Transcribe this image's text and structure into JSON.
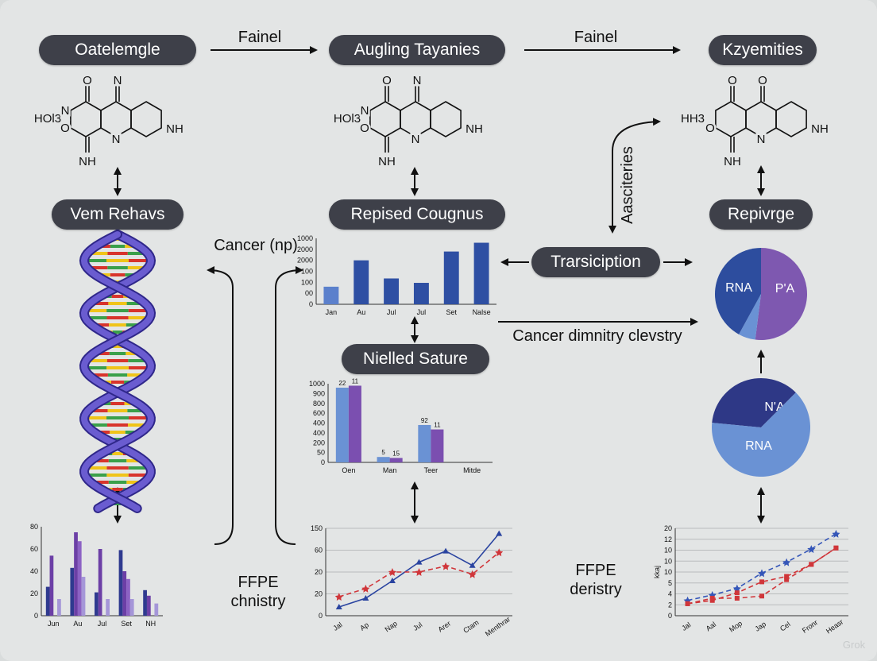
{
  "pills": {
    "top_left": "Oatelemgle",
    "top_middle": "Augling Tayanies",
    "top_right": "Kzyemities",
    "mid_left": "Vem Rehavs",
    "mid_middle": "Repised Cougnus",
    "mid_right": "Repivrge",
    "transcription": "Trarsiciption",
    "lower_middle": "Nielled Sature"
  },
  "labels": {
    "arrow_1": "Fainel",
    "arrow_2": "Fainel",
    "cancer_np": "Cancer (np)",
    "ffpe_left_1": "FFPE",
    "ffpe_left_2": "chnistry",
    "ffpe_right_1": "FFPE",
    "ffpe_right_2": "deristry",
    "cancer_long": "Cancer dimnitry clevstry",
    "vertical": "Aasciteries",
    "watermark": "Grok"
  },
  "molecules": [
    {
      "atoms": [
        "O",
        "N",
        "HOl3",
        "N",
        "O",
        "N",
        "NH",
        "NH"
      ]
    },
    {
      "atoms": [
        "O",
        "N",
        "HOl3",
        "N",
        "O",
        "N",
        "NH",
        "NH"
      ]
    },
    {
      "atoms": [
        "O",
        "O",
        "HH3",
        "",
        "O",
        "N",
        "NH",
        "NH"
      ]
    }
  ],
  "colors": {
    "pill": "#3e4049",
    "background": "#e3e5e5",
    "dna_strand": "#4b3fae",
    "blue": "#2e4fa3",
    "light_blue": "#6a92d4",
    "purple": "#7b4fb0",
    "red": "#d0363a"
  },
  "chart_data": [
    {
      "id": "top_bar",
      "type": "bar",
      "categories": [
        "Jan",
        "Au",
        "Jul",
        "Jul",
        "Set",
        "Nalse"
      ],
      "y_tick_labels": [
        "0",
        "00",
        "100",
        "100",
        "2000",
        "2000",
        "1000"
      ],
      "values": [
        1.6,
        4.0,
        2.35,
        1.95,
        4.8,
        5.6
      ],
      "ylim": [
        0,
        6
      ],
      "colors": [
        "#5b80cc",
        "#2e4fa3",
        "#2e4fa3",
        "#2e4fa3",
        "#2e4fa3",
        "#2e4fa3"
      ]
    },
    {
      "id": "grouped_bar",
      "type": "bar",
      "categories": [
        "Oen",
        "Man",
        "Teer",
        "Mitde"
      ],
      "y_tick_labels": [
        "0",
        "50",
        "200",
        "400",
        "400",
        "600",
        "800",
        "900",
        "1000"
      ],
      "ylim": [
        0,
        8
      ],
      "series": [
        {
          "values": [
            7.6,
            0.55,
            3.8,
            0
          ],
          "labels": [
            "22",
            "5",
            "92",
            ""
          ],
          "color": "#6a92d4"
        },
        {
          "values": [
            7.8,
            0.45,
            3.35,
            0
          ],
          "labels": [
            "11",
            "15",
            "11",
            ""
          ],
          "color": "#7b4fb0"
        }
      ]
    },
    {
      "id": "bottom_left_bar",
      "type": "bar",
      "categories": [
        "Jun",
        "Au",
        "Jul",
        "Set",
        "NH"
      ],
      "y_tick_labels": [
        "0",
        "20",
        "40",
        "60",
        "80"
      ],
      "ylim": [
        0,
        80
      ],
      "series": [
        {
          "values": [
            26,
            43,
            21,
            59,
            23
          ],
          "color": "#2f3a8f"
        },
        {
          "values": [
            54,
            75,
            60,
            40,
            18
          ],
          "color": "#6c3fa6"
        },
        {
          "values": [
            0,
            67,
            0,
            33,
            0
          ],
          "color": "#8c62c4"
        },
        {
          "values": [
            15,
            35,
            15,
            15,
            11
          ],
          "color": "#a596d8"
        }
      ]
    },
    {
      "id": "bottom_middle_line",
      "type": "line",
      "categories": [
        "Jal",
        "Ap",
        "Nap",
        "Jul",
        "Arer",
        "Ctam",
        "Menthrar"
      ],
      "y_tick_labels": [
        "0",
        "20",
        "20",
        "60",
        "150"
      ],
      "ylim": [
        0,
        4
      ],
      "grid": true,
      "series": [
        {
          "values": [
            0.4,
            0.8,
            1.6,
            2.45,
            2.96,
            2.3,
            3.76
          ],
          "color": "#2a44a0",
          "style": "solid",
          "marker": "triangle"
        },
        {
          "values": [
            0.87,
            1.24,
            2.0,
            2.0,
            2.27,
            1.9,
            2.9
          ],
          "color": "#d0363a",
          "style": "dashed",
          "marker": "star"
        }
      ]
    },
    {
      "id": "bottom_right_line",
      "type": "line",
      "categories": [
        "Jal",
        "Aal",
        "Mop",
        "Jap",
        "Cel",
        "Fronr",
        "Heasr"
      ],
      "y_tick_labels": [
        "0",
        "2",
        "4",
        "5",
        "10",
        "10",
        "10",
        "12",
        "20"
      ],
      "ylabel": "kkaj",
      "ylim": [
        0,
        8
      ],
      "grid": true,
      "series": [
        {
          "values": [
            1.4,
            1.9,
            2.5,
            3.9,
            4.9,
            6.1,
            7.5
          ],
          "color": "#3556b8",
          "style": "dashed",
          "marker": "star"
        },
        {
          "values": [
            1.1,
            1.4,
            2.1,
            3.1,
            3.6,
            4.7,
            6.2
          ],
          "color": "#d0363a",
          "style": "dashed",
          "marker": "square"
        },
        {
          "values": [
            1.1,
            1.6,
            1.6,
            1.8,
            3.3,
            4.7,
            6.2
          ],
          "color": "#d0363a",
          "style": "dashed",
          "marker": "square"
        }
      ]
    },
    {
      "id": "pie_top",
      "type": "pie",
      "slices": [
        {
          "label": "P'A",
          "value": 52,
          "color": "#7e58b0"
        },
        {
          "label": "",
          "value": 6,
          "color": "#6a92d4"
        },
        {
          "label": "RNA",
          "value": 42,
          "color": "#2d4d9e"
        }
      ]
    },
    {
      "id": "pie_bottom",
      "type": "pie",
      "slices": [
        {
          "label": "N'A",
          "value": 36,
          "color": "#2e3886"
        },
        {
          "label": "RNA",
          "value": 64,
          "color": "#6a92d4"
        }
      ]
    }
  ]
}
